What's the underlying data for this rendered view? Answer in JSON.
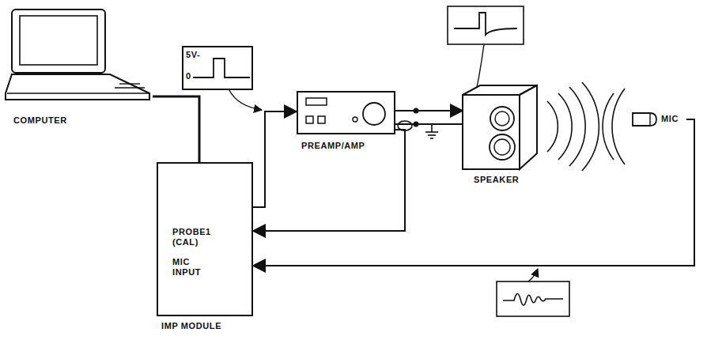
{
  "diagram": {
    "nodes": [
      {
        "text": [
          "COMPUTER"
        ]
      },
      {
        "text": [
          "PROBE1 (CAL)",
          "MIC INPUT",
          "IMP MODULE"
        ]
      },
      {
        "text": [
          "PREAMP/AMP"
        ]
      },
      {
        "text": [
          "SPEAKER"
        ]
      },
      {
        "text": [
          "MIC"
        ]
      },
      {
        "text": [
          "5V-",
          "0"
        ]
      }
    ],
    "edges": [
      {
        "from": 0,
        "to": 1,
        "arrow": "none"
      },
      {
        "from": 1,
        "to": 2,
        "arrow": "to"
      },
      {
        "from": 2,
        "to": 3,
        "arrow": "to"
      },
      {
        "from": 2,
        "to": 1,
        "arrow": "to"
      },
      {
        "from": 4,
        "to": 1,
        "arrow": "to"
      }
    ]
  }
}
